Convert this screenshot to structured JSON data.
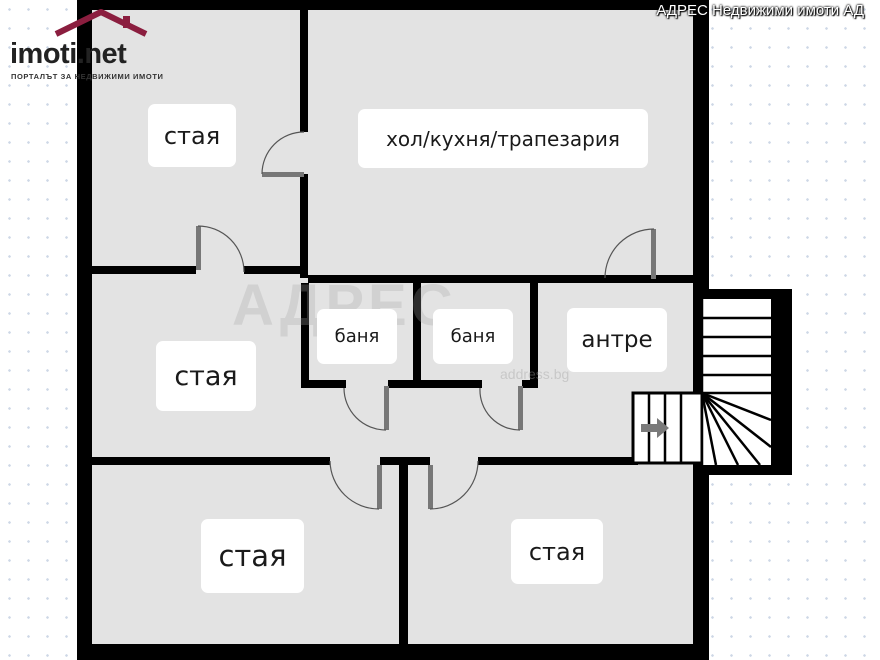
{
  "logo": {
    "brand": "imoti.net",
    "tagline": "ПОРТАЛЪТ ЗА НЕДВИЖИМИ ИМОТИ",
    "accent": "#8b1e3f"
  },
  "agency": "АДРЕС Недвижими имоти АД",
  "watermark": {
    "main": "АДРЕС",
    "sub": "address.bg"
  },
  "colors": {
    "floor": "#e3e3e3",
    "wall": "#000000",
    "door": "#555555",
    "arrow": "#7a7a7a"
  },
  "rooms": {
    "room_top_left": "стая",
    "living": "хол/кухня/трапезария",
    "room_mid_left": "стая",
    "bath_1": "баня",
    "bath_2": "баня",
    "hall": "антре",
    "room_bottom_left": "стая",
    "room_bottom_right": "стая"
  },
  "icons": {
    "stairs": "stairs-icon",
    "entry_arrow": "arrow-right-icon"
  }
}
